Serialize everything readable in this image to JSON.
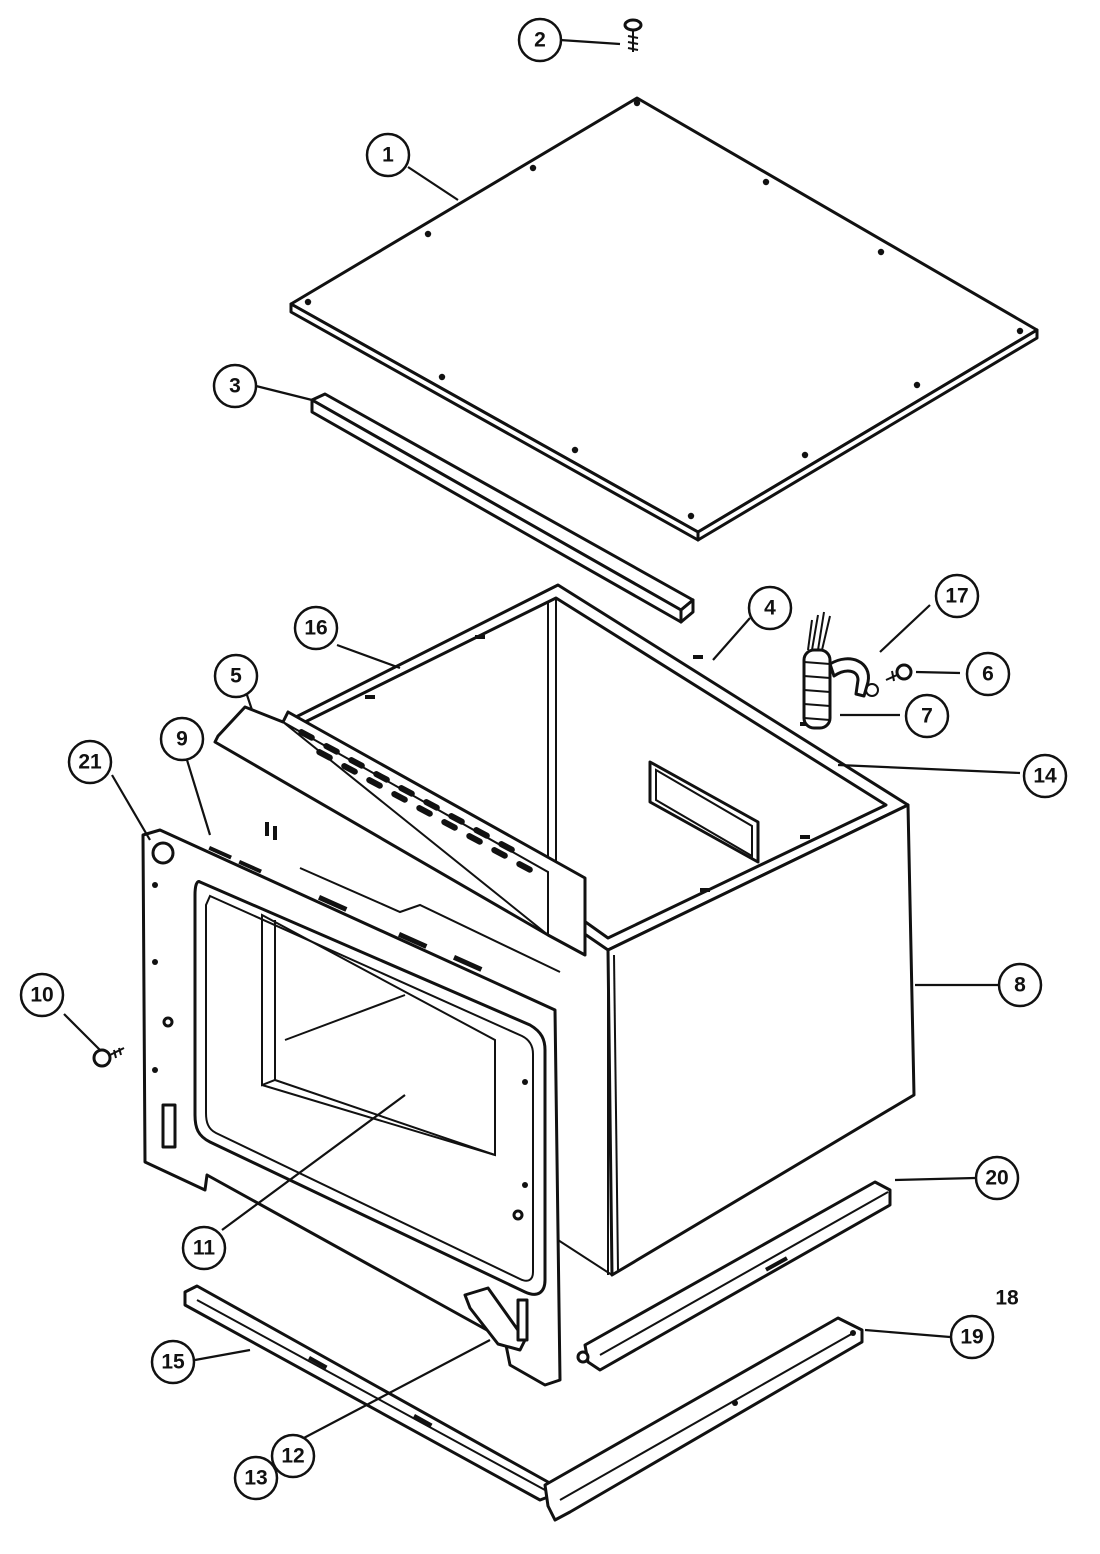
{
  "diagram": {
    "callouts": [
      {
        "id": "1",
        "label": "1"
      },
      {
        "id": "2",
        "label": "2"
      },
      {
        "id": "3",
        "label": "3"
      },
      {
        "id": "4",
        "label": "4"
      },
      {
        "id": "5",
        "label": "5"
      },
      {
        "id": "6",
        "label": "6"
      },
      {
        "id": "7",
        "label": "7"
      },
      {
        "id": "8",
        "label": "8"
      },
      {
        "id": "9",
        "label": "9"
      },
      {
        "id": "10",
        "label": "10"
      },
      {
        "id": "11",
        "label": "11"
      },
      {
        "id": "12",
        "label": "12"
      },
      {
        "id": "13",
        "label": "13"
      },
      {
        "id": "14",
        "label": "14"
      },
      {
        "id": "15",
        "label": "15"
      },
      {
        "id": "16",
        "label": "16"
      },
      {
        "id": "17",
        "label": "17"
      },
      {
        "id": "19",
        "label": "19"
      },
      {
        "id": "20",
        "label": "20"
      },
      {
        "id": "21",
        "label": "21"
      }
    ],
    "free_labels": [
      {
        "id": "18",
        "label": "18"
      }
    ],
    "line_color": "#111111",
    "background": "#ffffff"
  }
}
